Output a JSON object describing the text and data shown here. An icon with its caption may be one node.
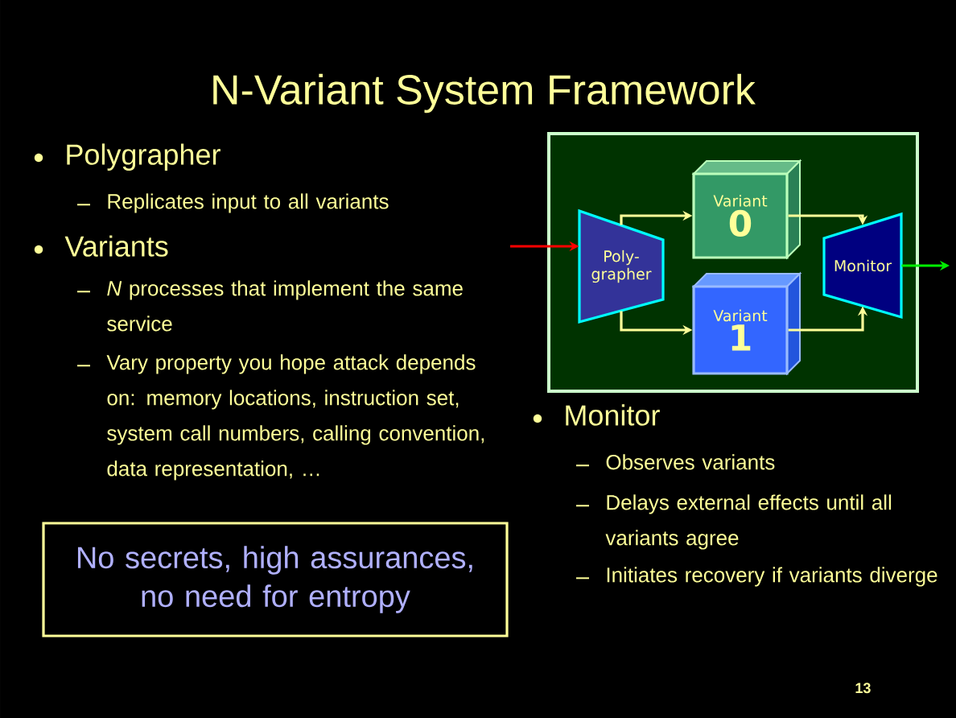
{
  "diagram": {
    "title": "N-Variant System Framework",
    "nodes": [
      {
        "text": [],
        "shape": "box"
      },
      {
        "text": [
          "Poly- grapher"
        ],
        "in": 0
      },
      {
        "text": [
          "Variant",
          "0"
        ],
        "in": 0
      },
      {
        "text": [
          "Variant",
          "1"
        ],
        "in": 0
      },
      {
        "text": [
          "Monitor"
        ],
        "in": 0
      },
      {
        "text": [
          "No secrets, high assurances, no need for entropy"
        ]
      }
    ],
    "edges": [
      {
        "from": null,
        "to": 1,
        "arrow": "to",
        "color": "#ff0000"
      },
      {
        "from": 1,
        "to": 2,
        "arrow": "to"
      },
      {
        "from": 1,
        "to": 3,
        "arrow": "to"
      },
      {
        "from": 2,
        "to": 4,
        "arrow": "to"
      },
      {
        "from": 3,
        "to": 4,
        "arrow": "to"
      },
      {
        "from": 4,
        "to": null,
        "arrow": "to",
        "color": "#00ee00"
      }
    ],
    "labels": [
      "Polygrapher",
      "Replicates input to all variants",
      "Variants",
      "*N* processes that implement the same service",
      "Vary property you hope attack depends on: memory locations, instruction set, system call numbers, calling convention, data representation, …",
      "Monitor",
      "Observes variants",
      "Delays external effects until all variants agree",
      "Initiates recovery if variants diverge",
      "13"
    ]
  }
}
